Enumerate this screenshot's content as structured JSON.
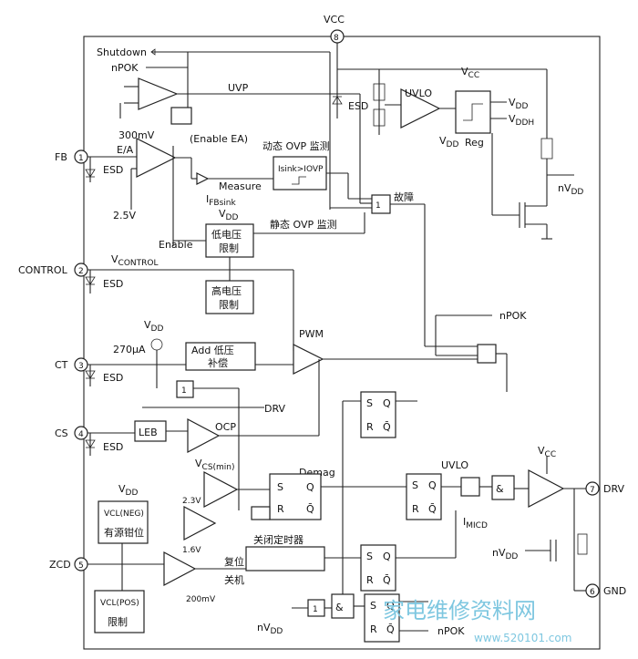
{
  "pins": [
    {
      "num": "8",
      "name": "VCC"
    },
    {
      "num": "1",
      "name": "FB"
    },
    {
      "num": "2",
      "name": "CONTROL"
    },
    {
      "num": "3",
      "name": "CT"
    },
    {
      "num": "4",
      "name": "CS"
    },
    {
      "num": "5",
      "name": "ZCD"
    },
    {
      "num": "7",
      "name": "DRV"
    },
    {
      "num": "6",
      "name": "GND"
    }
  ],
  "blocks": {
    "low_v_limit": [
      "低电压",
      "限制"
    ],
    "high_v_limit": [
      "高电压",
      "限制"
    ],
    "add_low_v_comp": [
      "Add 低压",
      "补偿"
    ],
    "leb": "LEB",
    "active_clamp": "有源钳位",
    "limit": "限制",
    "reg": "Reg",
    "uvlo_top": "UVLO",
    "uvlo_mid": "UVLO",
    "off_timer": "关闭定时器"
  },
  "labels": {
    "shutdown": "Shutdown",
    "npok_top": "nPOK",
    "uvp": "UVP",
    "esd": "ESD",
    "mv300": "300mV",
    "ea": "E/A",
    "enable_ea": "(Enable EA)",
    "v25": "2.5V",
    "enable": "Enable",
    "measure": "Measure",
    "i_fbsink": "I",
    "i_fbsink_sub": "FBsink",
    "dyn_ovp": "动态 OVP 监测",
    "isink_ovp": "I",
    "static_ovp": "静态 OVP 监测",
    "fault": "故障",
    "vdd": "V",
    "vdd_sub": "DD",
    "vddh_sub": "DDH",
    "vcc_label": "V",
    "vcc_sub": "CC",
    "nvdd": "nV",
    "vcontrol": "V",
    "vcontrol_sub": "CONTROL",
    "npok_mid": "nPOK",
    "ua270": "270μA",
    "pwm": "PWM",
    "drv_int": "DRV",
    "ocp": "OCP",
    "vcs": "V",
    "vcs_sub": "CS(min)",
    "demag": "Demag",
    "v23": "2.3V",
    "v16": "1.6V",
    "mv200": "200mV",
    "vcl_neg": "V",
    "vcl_neg_sub": "CL(NEG)",
    "vcl_pos": "V",
    "vcl_pos_sub": "CL(POS)",
    "reset": "复位",
    "shutdown_cn": "关机",
    "i_micd": "I",
    "i_micd_sub": "MICD",
    "npok_bot": "nPOK",
    "amp": "&",
    "one": "1",
    "s": "S",
    "r": "R",
    "q": "Q",
    "qbar": "Q̄"
  },
  "watermark": {
    "cn": "家电维修资料网",
    "url": "www.520101.com"
  }
}
